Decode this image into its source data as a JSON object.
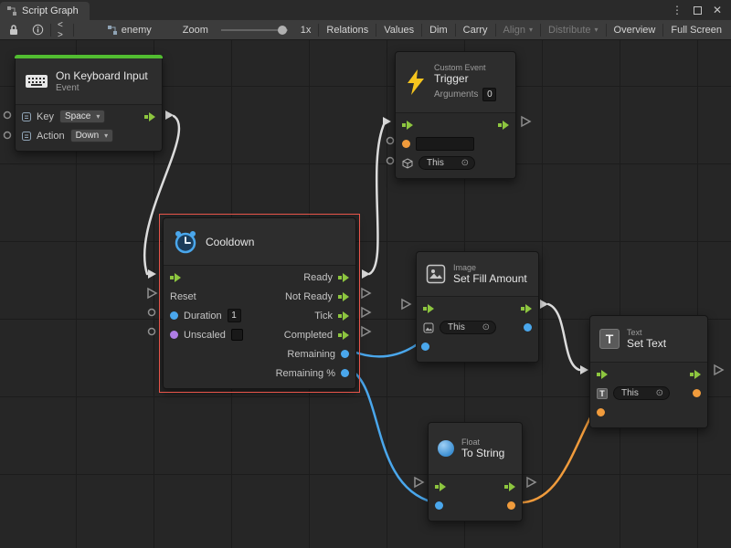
{
  "ui": {
    "caret": "▾",
    "target_icon": "⊙",
    "code_glyph": "< >",
    "menu_glyph": "⋮",
    "close_glyph": "✕"
  },
  "window": {
    "tab_title": "Script Graph"
  },
  "toolbar": {
    "graph_name": "enemy",
    "zoom_label": "Zoom",
    "zoom_value": "1x",
    "buttons": [
      {
        "label": "Relations"
      },
      {
        "label": "Values"
      },
      {
        "label": "Dim"
      },
      {
        "label": "Carry"
      },
      {
        "label": "Align"
      },
      {
        "label": "Distribute"
      },
      {
        "label": "Overview"
      },
      {
        "label": "Full Screen"
      }
    ]
  },
  "nodes": {
    "on_keyboard_input": {
      "title": "On Keyboard Input",
      "subtitle": "Event",
      "key_label": "Key",
      "key_value": "Space",
      "action_label": "Action",
      "action_value": "Down"
    },
    "custom_event": {
      "category": "Custom Event",
      "title": "Trigger",
      "arguments_label": "Arguments",
      "arguments_value": "0",
      "name_value": "",
      "this_label": "This"
    },
    "cooldown": {
      "title": "Cooldown",
      "reset_label": "Reset",
      "duration_label": "Duration",
      "duration_value": "1",
      "unscaled_label": "Unscaled",
      "outputs": [
        "Ready",
        "Not Ready",
        "Tick",
        "Completed",
        "Remaining",
        "Remaining %"
      ]
    },
    "set_fill_amount": {
      "category": "Image",
      "title": "Set Fill Amount",
      "this_label": "This"
    },
    "set_text": {
      "category": "Text",
      "title": "Set Text",
      "this_label": "This"
    },
    "to_string": {
      "category": "Float",
      "title": "To String"
    }
  }
}
